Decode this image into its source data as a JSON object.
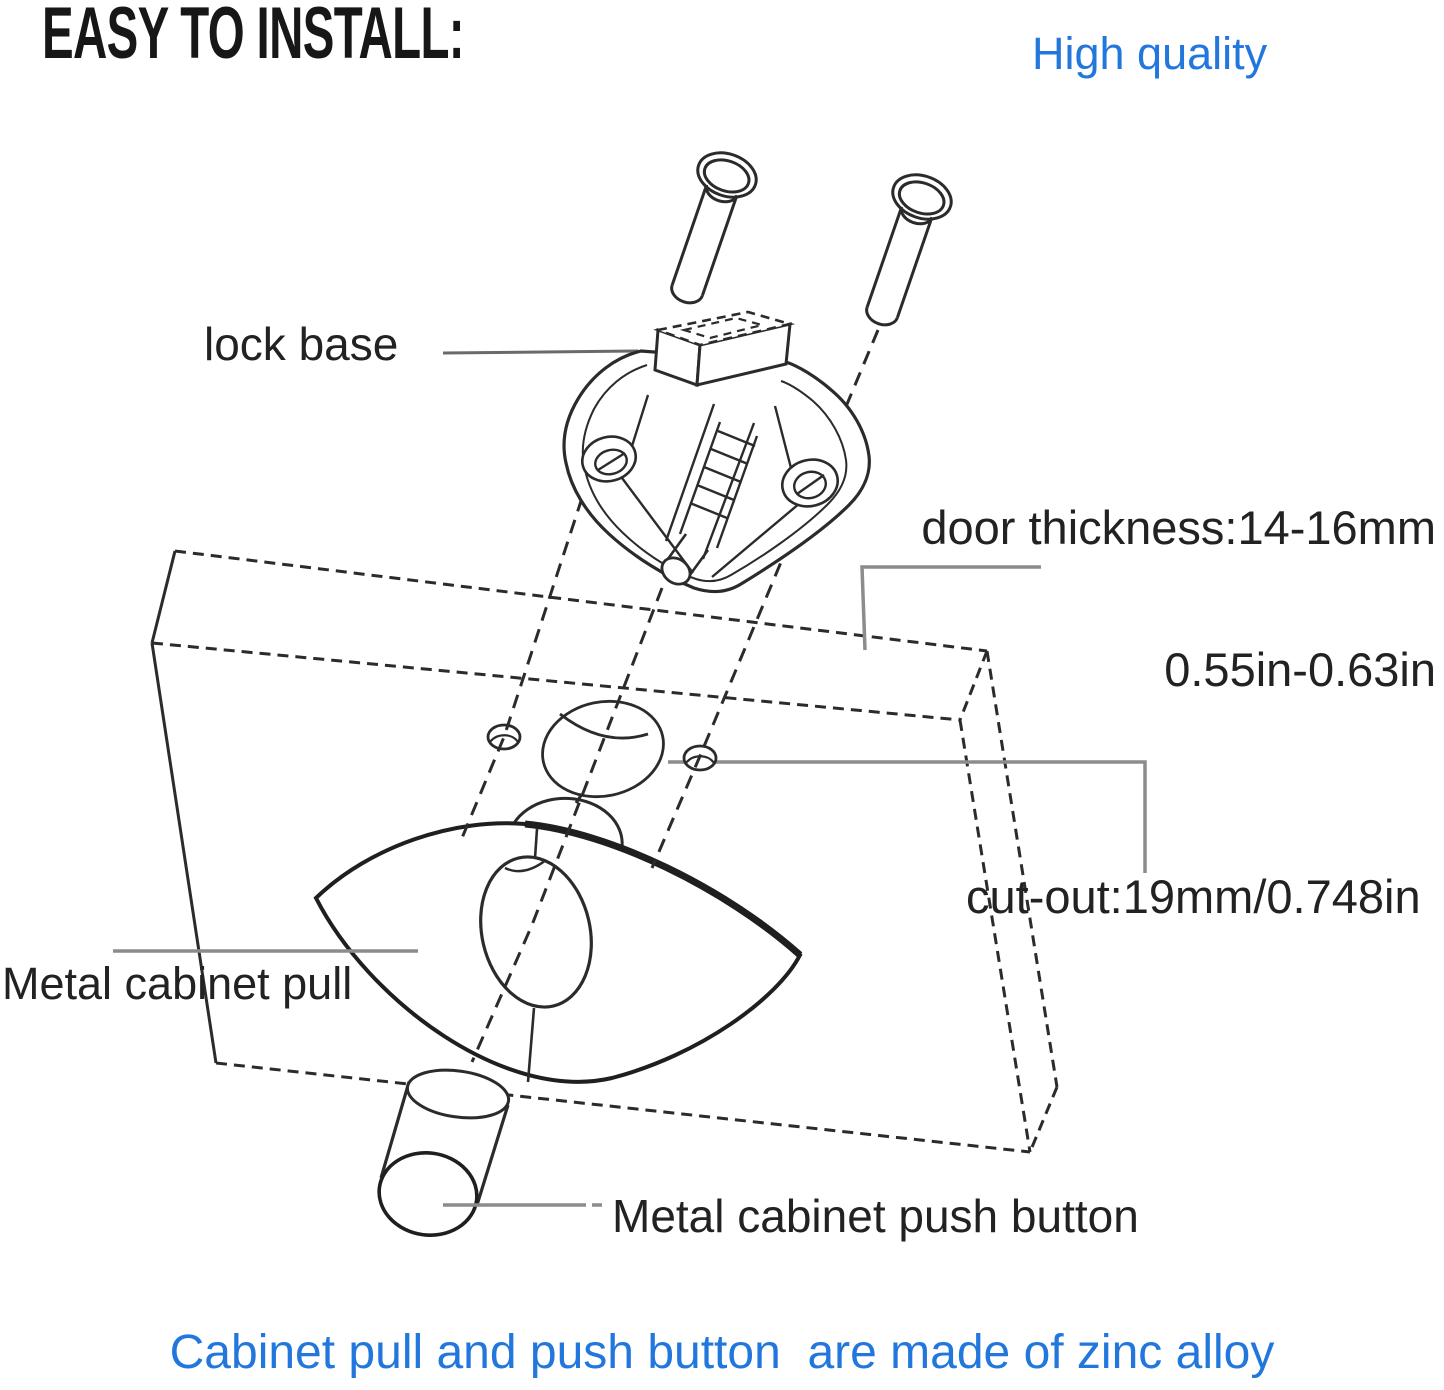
{
  "title": "EASY TO INSTALL:",
  "badge": "High quality",
  "labels": {
    "lock_base": "lock base",
    "door_thickness_1": "door thickness:14-16mm",
    "door_thickness_2": "0.55in-0.63in",
    "cutout": "cut-out:19mm/0.748in",
    "pull": "Metal cabinet pull",
    "push_button": "Metal cabinet push button"
  },
  "footer_note": "Cabinet pull and push button  are made of zinc alloy",
  "colors": {
    "accent_blue": "#2277dd",
    "ink": "#2b2b2b",
    "leader_gray": "#8c8c8c"
  },
  "diagram_parts": [
    "mounting screws",
    "lock base",
    "door panel (thickness 14-16mm)",
    "19mm cut-out holes",
    "metal cabinet pull",
    "metal cabinet push button"
  ]
}
